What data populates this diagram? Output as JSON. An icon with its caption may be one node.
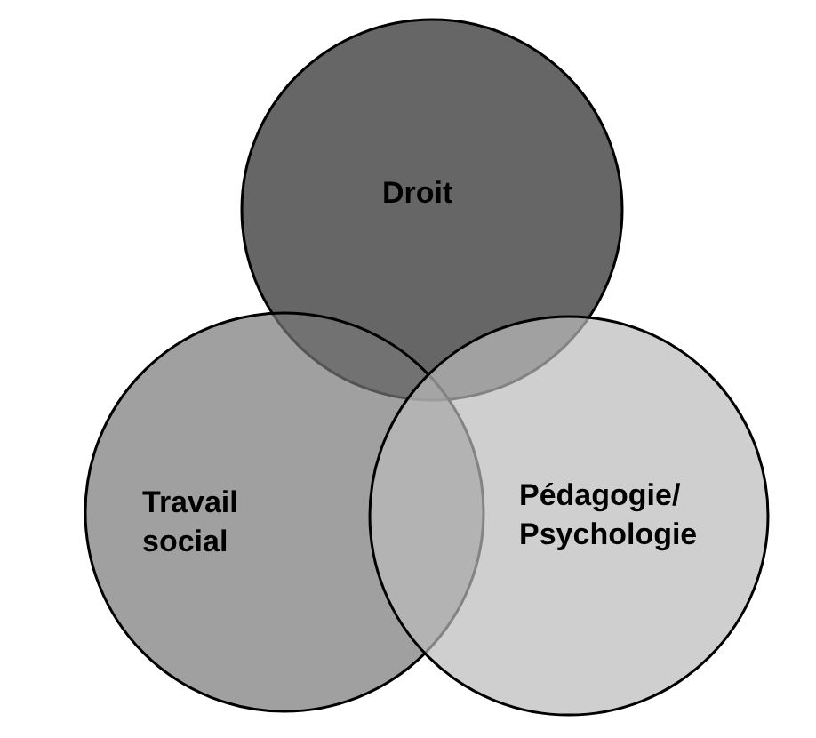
{
  "diagram": {
    "nodes": [
      {
        "text": [
          "Droit"
        ]
      },
      {
        "text": [
          "Travail social"
        ]
      },
      {
        "text": [
          "Pédagogie/ Psychologie"
        ]
      }
    ]
  }
}
